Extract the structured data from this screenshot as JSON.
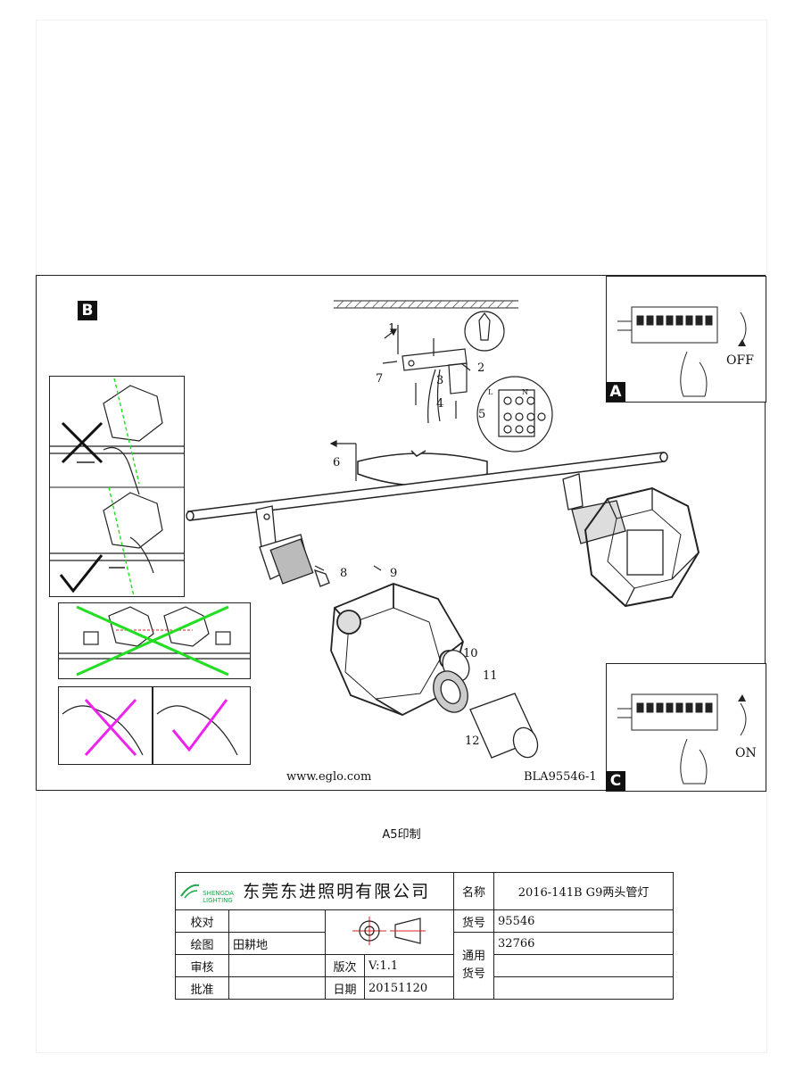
{
  "panels": {
    "b_tag": "B",
    "a_tag": "A",
    "c_tag": "C",
    "off_label": "OFF",
    "on_label": "ON"
  },
  "callouts": [
    "1",
    "2",
    "3",
    "4",
    "5",
    "6",
    "7",
    "8",
    "9",
    "10",
    "11",
    "12"
  ],
  "terminal_labels": {
    "l": "L",
    "n": "N"
  },
  "footer": {
    "website": "www.eglo.com",
    "code": "BLA95546-1"
  },
  "print_note": "A5印制",
  "title_block": {
    "logo_lines": [
      "SHENGDA",
      "LIGHTING"
    ],
    "company": "东莞东进照明有限公司",
    "name_label": "名称",
    "name_value": "2016-141B G9两头管灯",
    "rows": [
      {
        "label": "校对",
        "value": ""
      },
      {
        "label": "绘图",
        "value": "田耕地"
      },
      {
        "label": "审核",
        "value": ""
      },
      {
        "label": "批准",
        "value": ""
      }
    ],
    "item_no_label": "货号",
    "item_no_value": "95546",
    "general_item_label_1": "通用",
    "general_item_label_2": "货号",
    "general_item_value": "32766",
    "version_label": "版次",
    "version_value": "V:1.1",
    "date_label": "日期",
    "date_value": "20151120"
  },
  "colors": {
    "green": "#22dd22",
    "magenta": "#ee22ee",
    "red": "#dd2222"
  }
}
